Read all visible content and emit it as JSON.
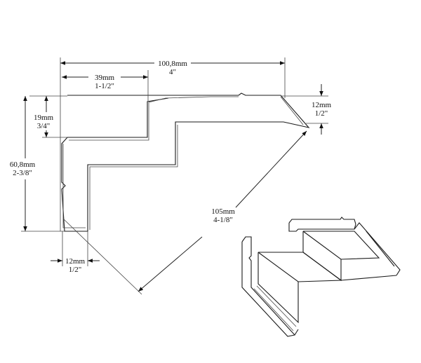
{
  "dimensions": {
    "overall_width": {
      "metric": "100,8mm",
      "imperial": "4\""
    },
    "flange_width": {
      "metric": "39mm",
      "imperial": "1-1/2\""
    },
    "top_height": {
      "metric": "19mm",
      "imperial": "3/4\""
    },
    "overall_height": {
      "metric": "60,8mm",
      "imperial": "2-3/8\""
    },
    "right_thickness": {
      "metric": "12mm",
      "imperial": "1/2\""
    },
    "bottom_thickness": {
      "metric": "12mm",
      "imperial": "1/2\""
    },
    "diagonal": {
      "metric": "105mm",
      "imperial": "4-1/8\""
    }
  }
}
